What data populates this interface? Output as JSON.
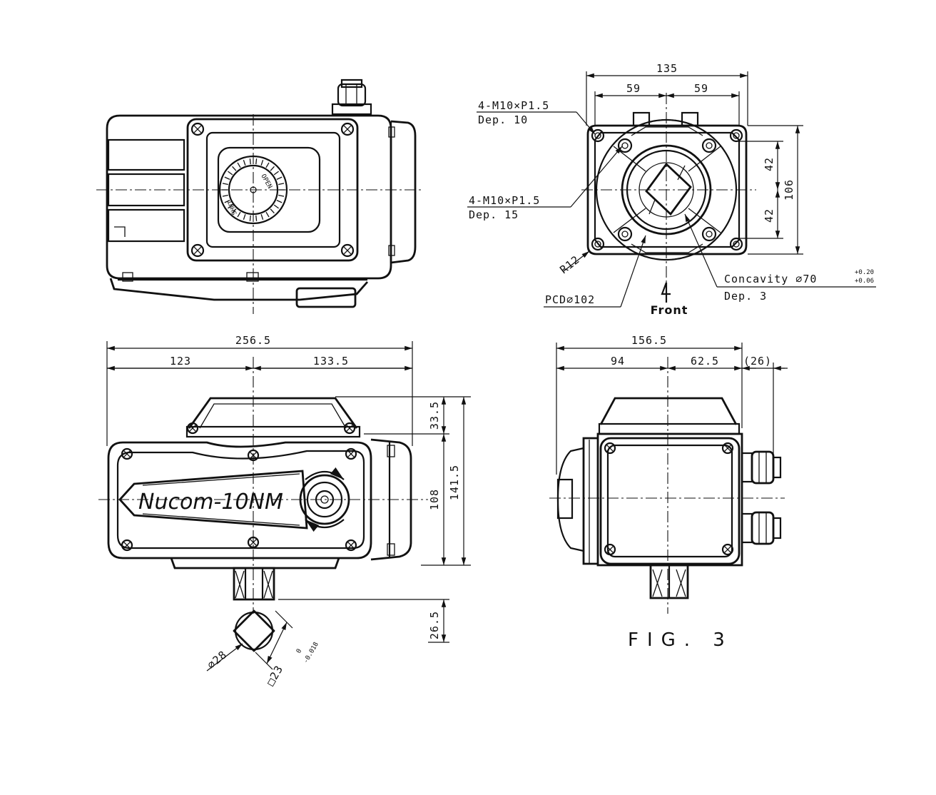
{
  "figure_label": "FIG. 3",
  "model_label": "Nucom-10NM",
  "indicator": {
    "open": "OPEN",
    "shut": "SHUT"
  },
  "front_label": "Front",
  "bottom_view": {
    "overall_width": "135",
    "half_left": "59",
    "half_right": "59",
    "height_overall": "106",
    "height_upper": "42",
    "height_lower": "42",
    "tap_outer": "4-M10×P1.5",
    "tap_outer_depth": "Dep. 10",
    "tap_inner": "4-M10×P1.5",
    "tap_inner_depth": "Dep. 15",
    "corner_radius": "R12",
    "pcd": "PCD∅102",
    "concavity": "Concavity ∅70",
    "concavity_tol_upper": "+0.20",
    "concavity_tol_lower": "+0.06",
    "concavity_depth": "Dep. 3"
  },
  "front_view": {
    "overall_width": "256.5",
    "left_width": "123",
    "right_width": "133.5",
    "height_top": "33.5",
    "height_body": "108",
    "height_total": "141.5",
    "shaft_length": "26.5",
    "shaft_diameter": "∅28",
    "square_size": "□23",
    "square_tol_upper": "0",
    "square_tol_lower": "-0.018"
  },
  "side_view": {
    "overall_width": "156.5",
    "left_width": "94",
    "right_width": "62.5",
    "gland_extension": "(26)"
  }
}
